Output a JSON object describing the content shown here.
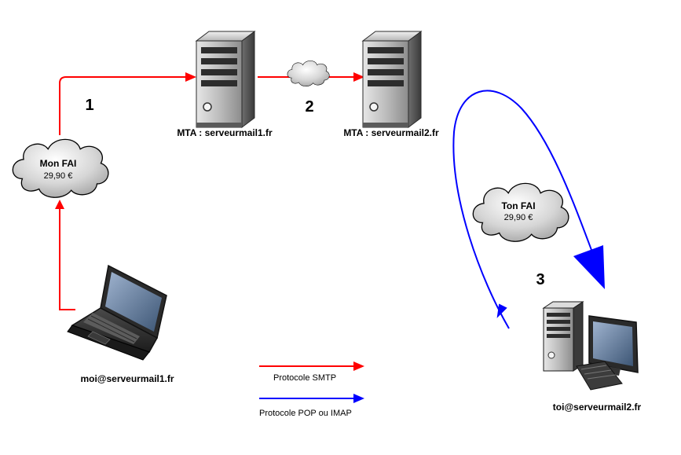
{
  "nodes": {
    "mta1": {
      "label": "MTA : serveurmail1.fr"
    },
    "mta2": {
      "label": "MTA : serveurmail2.fr"
    },
    "sender": {
      "label": "moi@serveurmail1.fr"
    },
    "recipient": {
      "label": "toi@serveurmail2.fr"
    },
    "isp_sender": {
      "name": "Mon FAI",
      "price": "29,90 €"
    },
    "isp_recipient": {
      "name": "Ton FAI",
      "price": "29,90 €"
    }
  },
  "steps": {
    "one": "1",
    "two": "2",
    "three": "3"
  },
  "legend": {
    "smtp": {
      "label": "Protocole SMTP",
      "color": "#ff0000"
    },
    "pop_imap": {
      "label": "Protocole POP ou IMAP",
      "color": "#0000ff"
    }
  },
  "icons": [
    "server-tower-icon",
    "laptop-icon",
    "desktop-computer-icon",
    "cloud-icon"
  ]
}
